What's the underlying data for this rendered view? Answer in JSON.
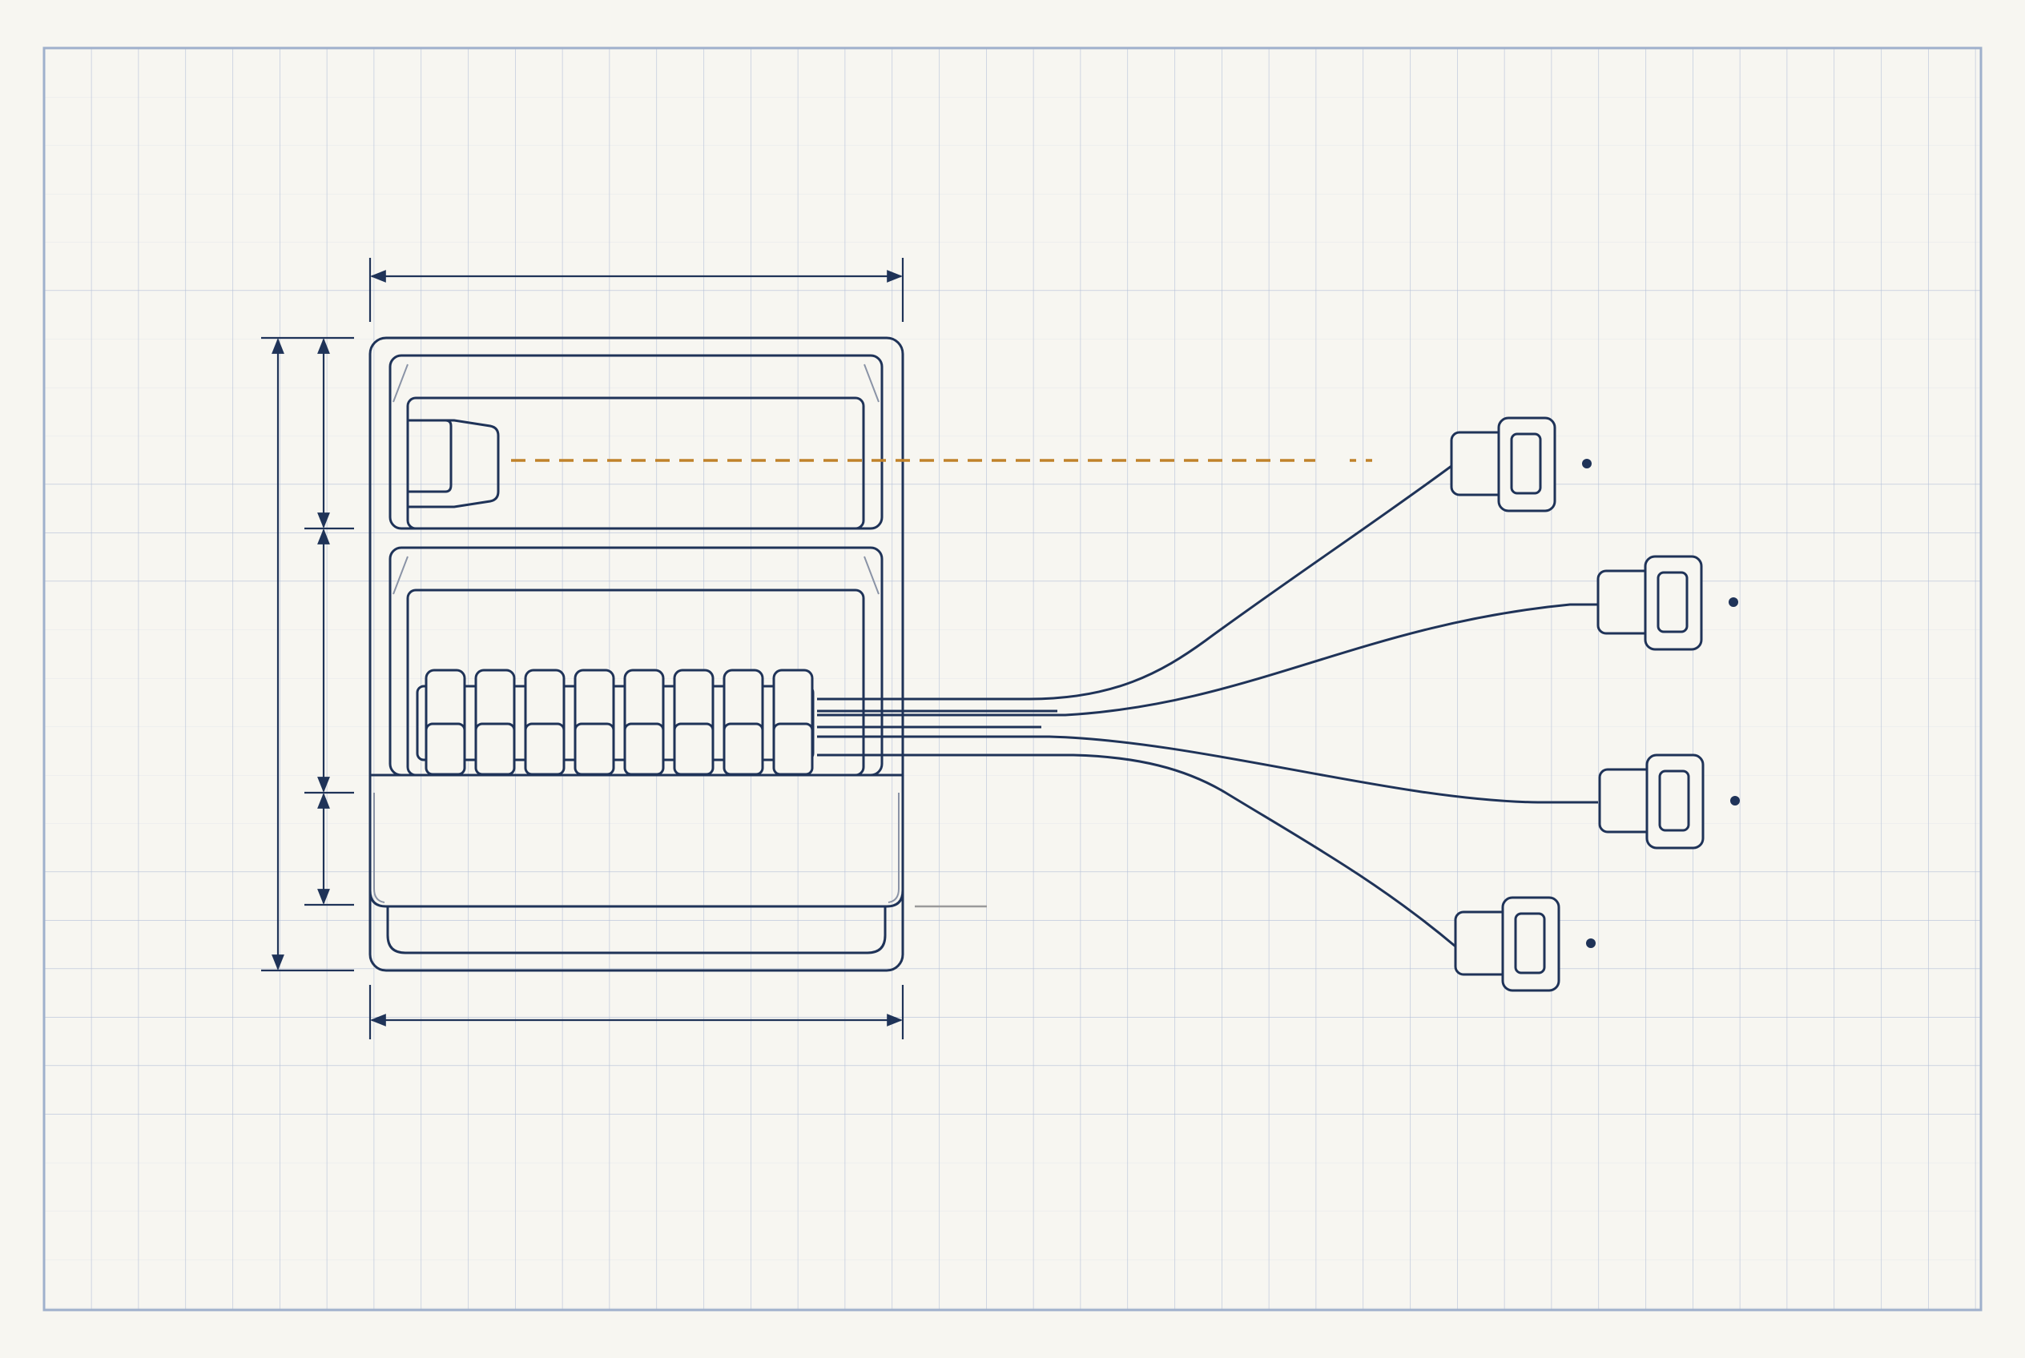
{
  "colors": {
    "background": "#f7f6f1",
    "grid_line": "#b4c0d8",
    "grid_border": "#9fb0cc",
    "ink": "#1f3358",
    "accent_dashed": "#c0822a",
    "muted_line": "#9a9a9a"
  },
  "diagram": {
    "labels": [],
    "connector_count": 4,
    "cable_count": 4,
    "terminal_slots": 8,
    "icons": [
      "enclosure",
      "port-connector",
      "terminal-block",
      "cable",
      "plug-connector",
      "dimension-arrow",
      "dashed-reference-line"
    ]
  }
}
